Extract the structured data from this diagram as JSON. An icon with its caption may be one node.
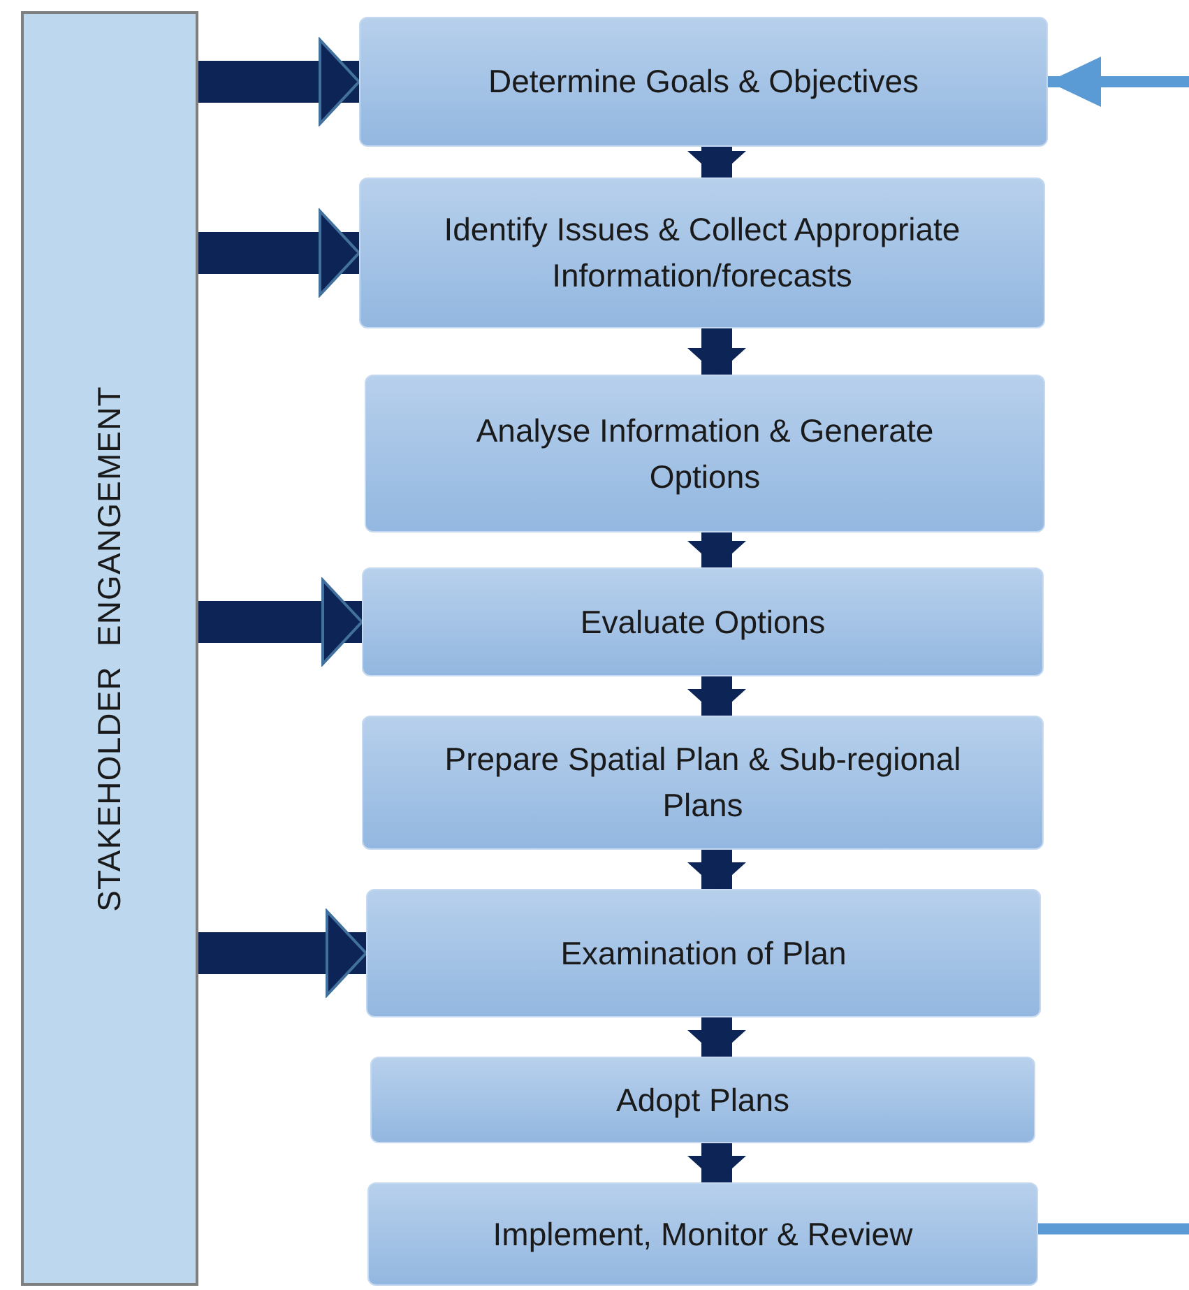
{
  "diagram": {
    "nodes": [
      {
        "text": [
          "STAKEHOLDER  ENGANGEMENT"
        ]
      },
      {
        "text": [
          "Determine Goals & Objectives"
        ]
      },
      {
        "text": [
          "Identify Issues & Collect Appropriate Information/forecasts"
        ]
      },
      {
        "text": [
          "Analyse Information & Generate Options"
        ]
      },
      {
        "text": [
          "Evaluate Options"
        ]
      },
      {
        "text": [
          "Prepare Spatial Plan & Sub-regional Plans"
        ]
      },
      {
        "text": [
          "Examination of Plan"
        ]
      },
      {
        "text": [
          "Adopt Plans"
        ]
      },
      {
        "text": [
          "Implement, Monitor & Review"
        ]
      }
    ],
    "edges": [
      {
        "from": 0,
        "to": 1,
        "arrow": "to"
      },
      {
        "from": 0,
        "to": 2,
        "arrow": "to"
      },
      {
        "from": 0,
        "to": 4,
        "arrow": "to"
      },
      {
        "from": 0,
        "to": 6,
        "arrow": "to"
      },
      {
        "from": 1,
        "to": 2,
        "arrow": "to"
      },
      {
        "from": 2,
        "to": 3,
        "arrow": "to"
      },
      {
        "from": 3,
        "to": 4,
        "arrow": "to"
      },
      {
        "from": 4,
        "to": 5,
        "arrow": "to"
      },
      {
        "from": 5,
        "to": 6,
        "arrow": "to"
      },
      {
        "from": 6,
        "to": 7,
        "arrow": "to"
      },
      {
        "from": 7,
        "to": 8,
        "arrow": "to"
      },
      {
        "from": 8,
        "to": 1,
        "arrow": "to",
        "color": "#5b9bd5"
      }
    ]
  }
}
